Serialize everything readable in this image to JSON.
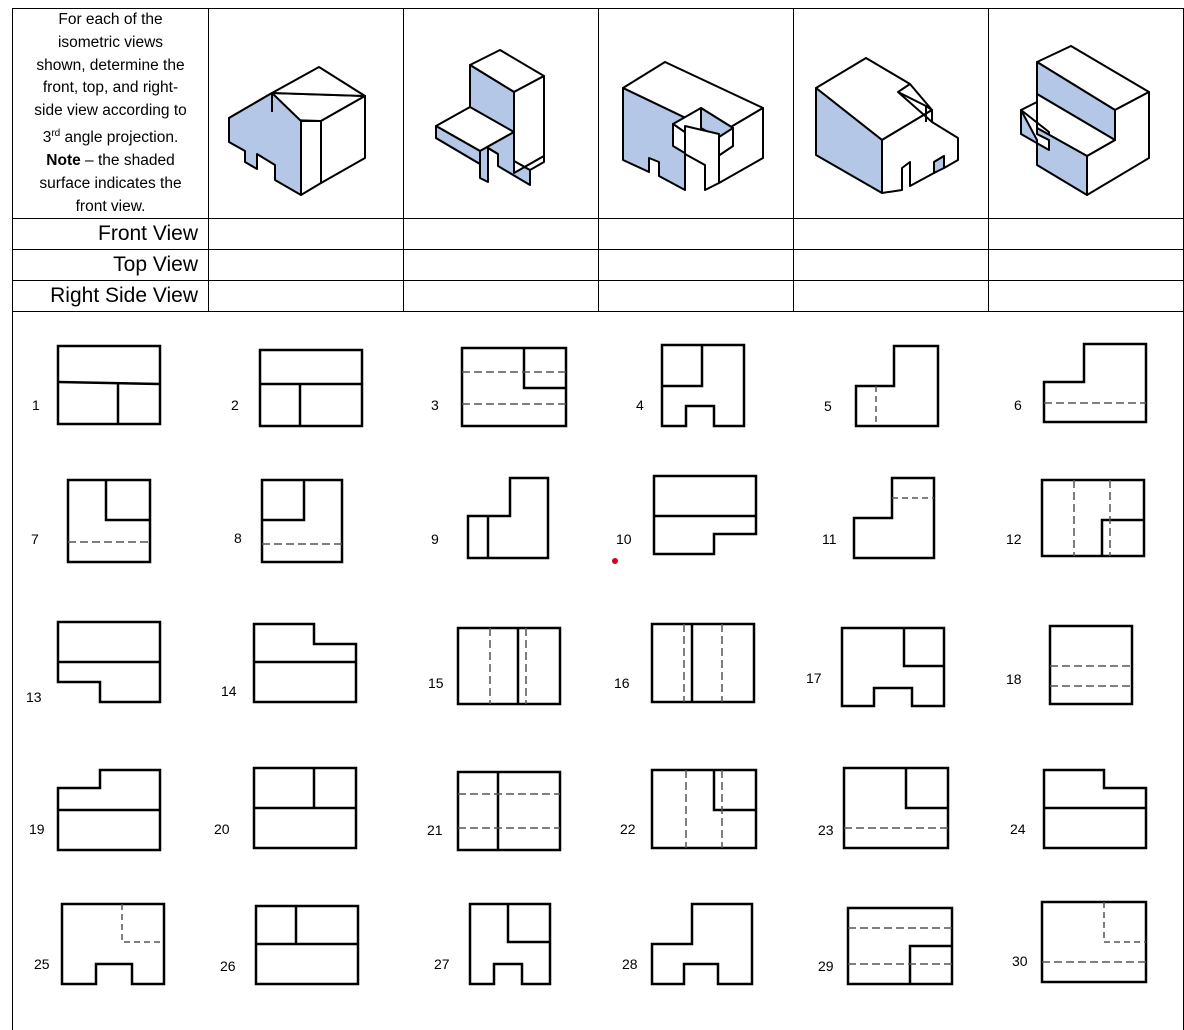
{
  "instructions": {
    "line1": "For each of the",
    "line2": "isometric views",
    "line3": "shown, determine the",
    "line4": "front, top, and right-",
    "line5": "side view according to",
    "ordinal_number": "3",
    "ordinal_suffix": "rd",
    "line6_rest": " angle projection.",
    "note_bold": "Note",
    "note_rest": " – the shaded",
    "line8": "surface indicates the",
    "line9": "front view."
  },
  "rows": [
    "Front View",
    "Top View",
    "Right Side View"
  ],
  "isometric_objects": [
    "object-1",
    "object-2",
    "object-3",
    "object-4",
    "object-5"
  ],
  "options": [
    "1",
    "2",
    "3",
    "4",
    "5",
    "6",
    "7",
    "8",
    "9",
    "10",
    "11",
    "12",
    "13",
    "14",
    "15",
    "16",
    "17",
    "18",
    "19",
    "20",
    "21",
    "22",
    "23",
    "24",
    "25",
    "26",
    "27",
    "28",
    "29",
    "30"
  ],
  "colors": {
    "shade": "#b4c7e7",
    "line": "#000000",
    "hidden": "#555555",
    "marker": "#d0021b"
  }
}
